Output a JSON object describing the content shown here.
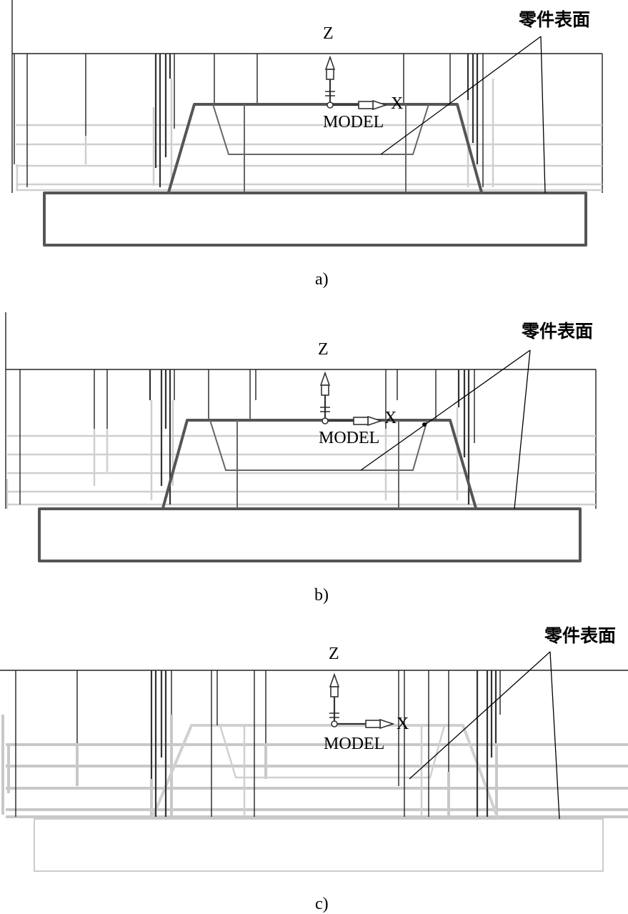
{
  "panels": [
    {
      "id": "a",
      "caption": "a)",
      "axis_z": "Z",
      "axis_x": "X",
      "model": "MODEL",
      "callout": "零件表面"
    },
    {
      "id": "b",
      "caption": "b)",
      "axis_z": "Z",
      "axis_x": "X",
      "model": "MODEL",
      "callout": "零件表面"
    },
    {
      "id": "c",
      "caption": "c)",
      "axis_z": "Z",
      "axis_x": "X",
      "model": "MODEL",
      "callout": "零件表面"
    }
  ],
  "colors": {
    "part_outline": "#555555",
    "toolpath_dark": "#222222",
    "toolpath_light": "#cfcfcf"
  }
}
